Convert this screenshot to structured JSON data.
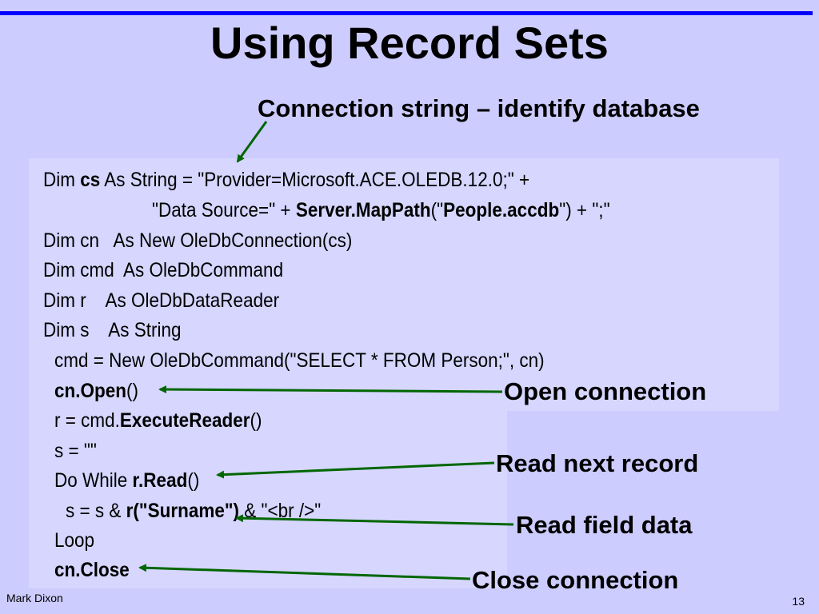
{
  "slide": {
    "title": "Using Record Sets",
    "author": "Mark Dixon",
    "page_number": "13",
    "accent_color": "#0000ff",
    "arrow_color": "#006600"
  },
  "annotations": {
    "connection_string": "Connection string – identify database",
    "open_connection": "Open connection",
    "read_next_record": "Read next record",
    "read_field_data": "Read field data",
    "close_connection": "Close connection"
  },
  "code": {
    "l1": {
      "a": "Dim ",
      "b": "cs",
      "c": " As String = \"Provider=Microsoft.ACE.OLEDB.12.0;\" +"
    },
    "l2": {
      "a": "\"Data Source=\" + ",
      "b": "Server.MapPath",
      "c": "(\"",
      "d": "People.accdb",
      "e": "\") + \";\""
    },
    "l3": "Dim cn   As New OleDbConnection(cs)",
    "l4": "Dim cmd  As OleDbCommand",
    "l5": "Dim r    As OleDbDataReader",
    "l6": "Dim s    As String",
    "l7": "cmd = New OleDbCommand(\"SELECT * FROM Person;\", cn)",
    "l8": {
      "b": "cn.Open",
      "c": "()"
    },
    "l9": {
      "a": "r = cmd.",
      "b": "ExecuteReader",
      "c": "()"
    },
    "l10": "s = \"\"",
    "l11": {
      "a": "Do While ",
      "b": "r.Read",
      "c": "()"
    },
    "l12": {
      "a": "s = s & ",
      "b": "r(\"Surname\")",
      "c": " & \"<br />\""
    },
    "l13": "Loop",
    "l14": {
      "b": "cn.Close"
    }
  }
}
